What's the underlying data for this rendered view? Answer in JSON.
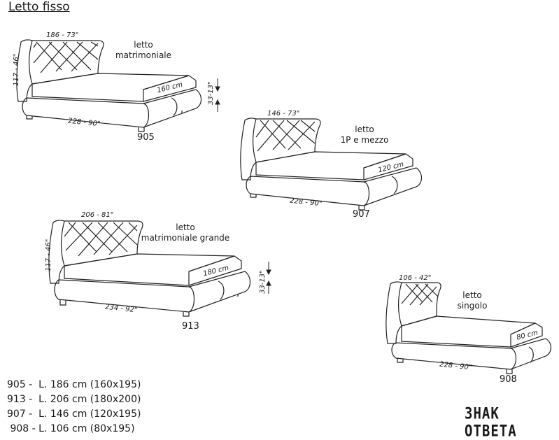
{
  "title": "Letto fisso",
  "beds": [
    {
      "id": "905",
      "name_line1": "letto",
      "name_line2": "matrimoniale",
      "width_dim": "186 - 73\"",
      "height_dim": "117 - 46\"",
      "mattress_dim": "160 cm",
      "length_dim": "228 - 90\"",
      "side_dim": "33-13\""
    },
    {
      "id": "907",
      "name_line1": "letto",
      "name_line2": "1P e mezzo",
      "width_dim": "146 - 73\"",
      "height_dim": "",
      "mattress_dim": "120 cm",
      "length_dim": "228 - 90\"",
      "side_dim": ""
    },
    {
      "id": "913",
      "name_line1": "letto",
      "name_line2": "matrimoniale grande",
      "width_dim": "206 - 81\"",
      "height_dim": "117 - 46\"",
      "mattress_dim": "180 cm",
      "length_dim": "234 - 92\"",
      "side_dim": "33-13\""
    },
    {
      "id": "908",
      "name_line1": "letto",
      "name_line2": "singolo",
      "width_dim": "106 - 42\"",
      "height_dim": "",
      "mattress_dim": "80 cm",
      "length_dim": "228 - 90\"",
      "side_dim": ""
    }
  ],
  "legend": [
    "905 -  L. 186 cm (160x195)",
    "913 -  L. 206 cm (180x200)",
    "907 -  L. 146 cm (120x195)",
    " 908 - L. 106 cm (80x195)"
  ],
  "watermark": "ЗНАК ОТВЕТА"
}
